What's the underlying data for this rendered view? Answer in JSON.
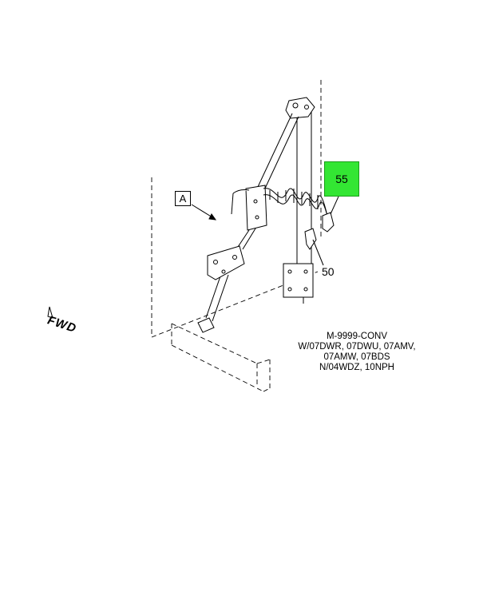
{
  "callouts": {
    "view": "A",
    "part_55": "55",
    "part_50": "50"
  },
  "direction_label": "FWD",
  "notes": [
    "M-9999-CONV",
    "W/07DWR, 07DWU, 07AMV,",
    "07AMW, 07BDS",
    "N/04WDZ, 10NPH"
  ],
  "colors": {
    "highlight": "#33e633",
    "line": "#000000"
  }
}
